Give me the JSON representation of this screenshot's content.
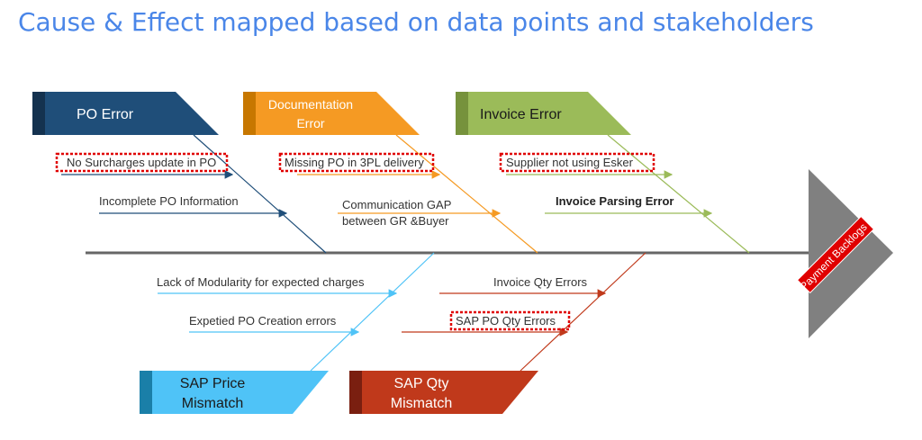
{
  "title": "Cause & Effect mapped based on data points and stakeholders",
  "colors": {
    "title": "#4a86e8",
    "po_error": "#1f4e79",
    "documentation_error": "#f59a23",
    "invoice_error": "#9bbb59",
    "sap_price_mismatch": "#4fc3f7",
    "sap_qty_mismatch": "#c0391b",
    "spine": "#666666",
    "effect_head": "#808080",
    "effect_label_bg": "#e00000",
    "highlight": "#e00000"
  },
  "effect": {
    "label": "Payment Backlogs !"
  },
  "categories": {
    "po_error": {
      "label": "PO Error",
      "causes": [
        "No Surcharges update in PO",
        "Incomplete PO Information"
      ]
    },
    "documentation_error": {
      "label_line1": "Documentation",
      "label_line2": "Error",
      "causes": [
        "Missing PO in 3PL delivery",
        "Communication GAP",
        "between GR &Buyer"
      ]
    },
    "invoice_error": {
      "label": "Invoice Error",
      "causes": [
        "Supplier not using Esker",
        "Invoice Parsing Error"
      ]
    },
    "sap_price_mismatch": {
      "label_line1": "SAP Price",
      "label_line2": "Mismatch",
      "causes": [
        "Lack of Modularity for expected charges",
        "Expetied PO Creation errors"
      ]
    },
    "sap_qty_mismatch": {
      "label_line1": "SAP Qty",
      "label_line2": "Mismatch",
      "causes": [
        "Invoice Qty Errors",
        "SAP PO Qty Errors"
      ]
    }
  }
}
